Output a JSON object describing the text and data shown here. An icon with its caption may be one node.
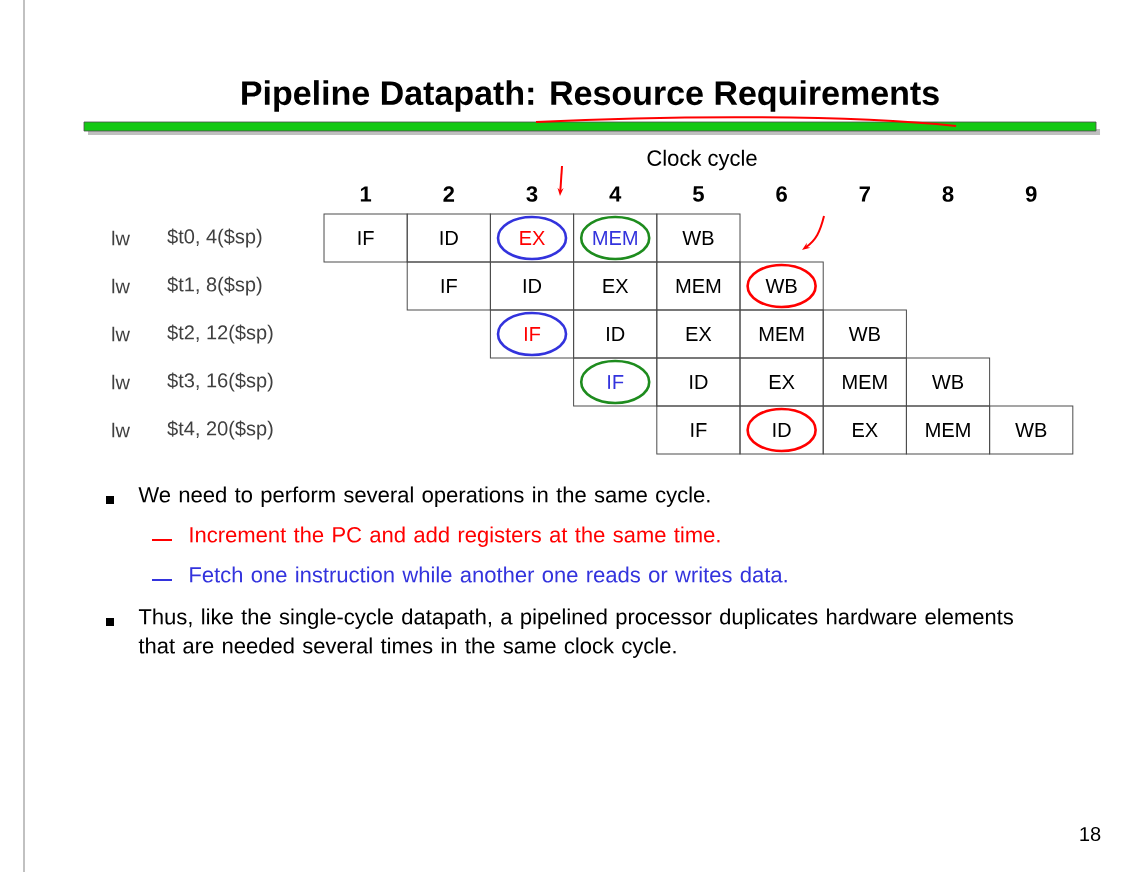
{
  "diagram": {
    "title": "Pipeline Datapath: Resource Requirements",
    "labels": [
      "Clock cycle",
      "1",
      "2",
      "3",
      "4",
      "5",
      "6",
      "7",
      "8",
      "9",
      "lw",
      "$t0, 4($sp)",
      "IF",
      "ID",
      "EX",
      "MEM",
      "WB",
      "lw",
      "$t1, 8($sp)",
      "IF",
      "ID",
      "EX",
      "MEM",
      "WB",
      "lw",
      "$t2, 12($sp)",
      "IF",
      "ID",
      "EX",
      "MEM",
      "WB",
      "lw",
      "$t3, 16($sp)",
      "IF",
      "ID",
      "EX",
      "MEM",
      "WB",
      "lw",
      "$t4, 20($sp)",
      "IF",
      "ID",
      "EX",
      "MEM",
      "WB",
      "We need to perform several operations in the same cycle.",
      "Increment the PC and add registers at the same time.",
      "Fetch one instruction while another one reads or writes data.",
      "Thus, like the single-cycle datapath, a pipelined processor duplicates hardware elements that are needed several times in the same clock cycle.",
      "18"
    ]
  }
}
